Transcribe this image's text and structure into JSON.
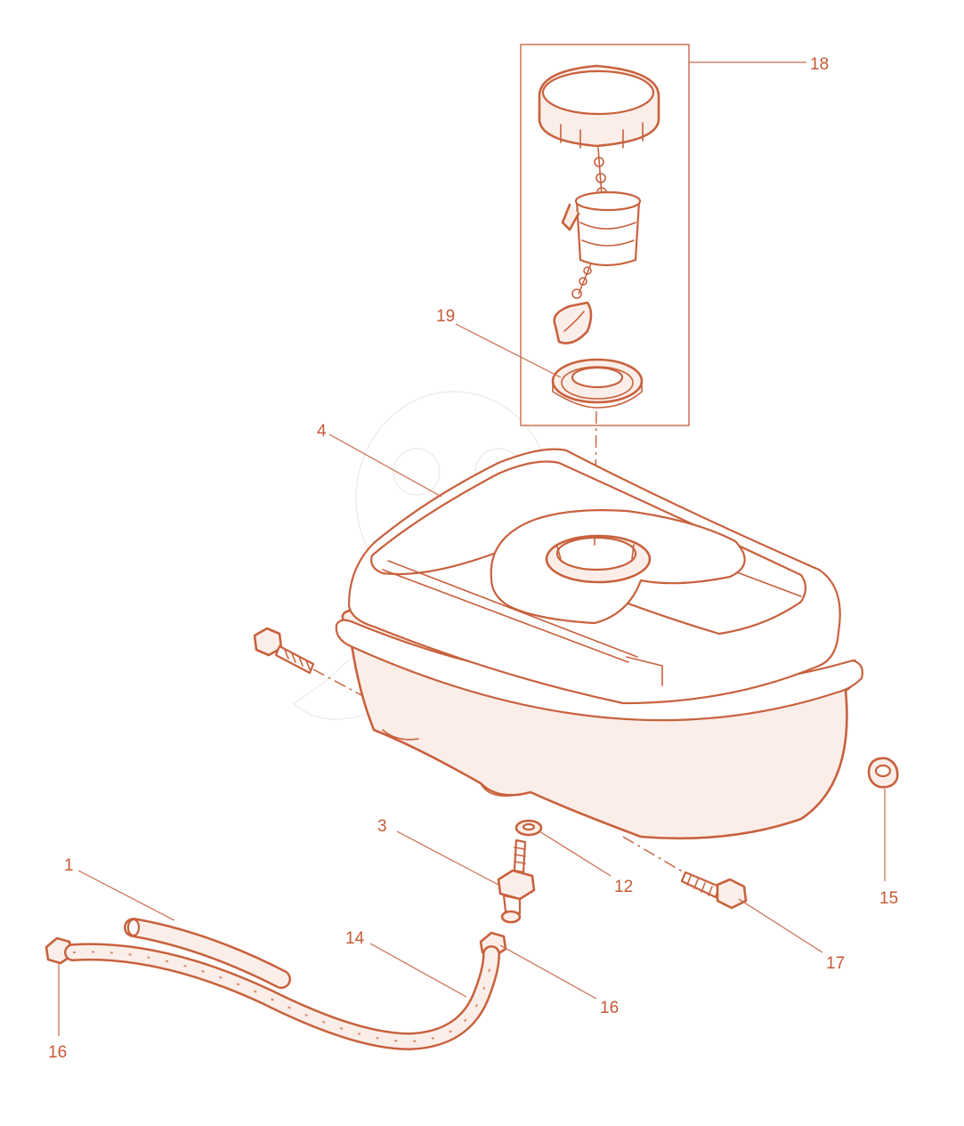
{
  "callouts": {
    "c1": "1",
    "c3": "3",
    "c4": "4",
    "c12": "12",
    "c14": "14",
    "c15": "15",
    "c16a": "16",
    "c16b": "16",
    "c17": "17",
    "c18": "18",
    "c19": "19"
  },
  "colors": {
    "line": "#c8613d",
    "label": "#c55a35"
  }
}
